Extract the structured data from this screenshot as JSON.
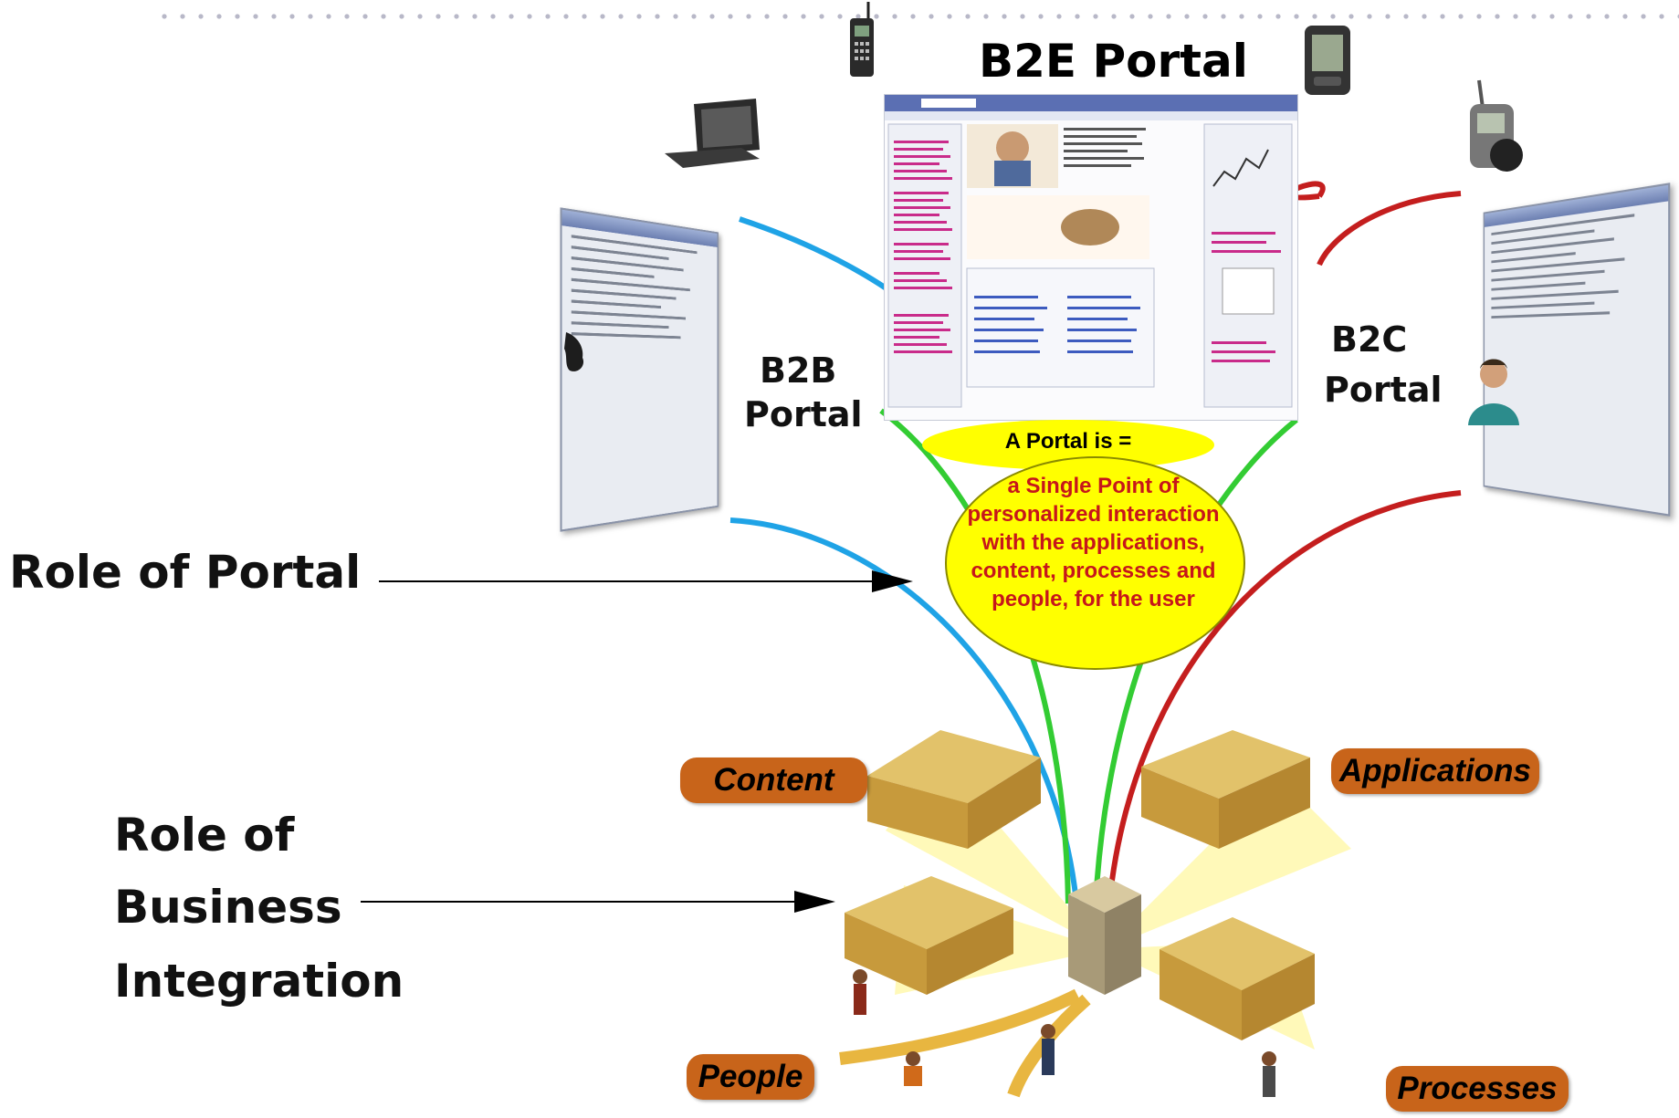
{
  "titles": {
    "b2e": "B2E Portal",
    "b2b_line1": "B2B",
    "b2b_line2": "Portal",
    "b2c_line1": "B2C",
    "b2c_line2": "Portal"
  },
  "roles": {
    "portal": "Role of Portal",
    "bi_line1": "Role of",
    "bi_line2": "Business",
    "bi_line3": "Integration"
  },
  "definition": {
    "heading": "A Portal is =",
    "lines": [
      "a Single Point of",
      "personalized  interaction",
      "with the applications,",
      "content, processes and",
      "people, for the user"
    ]
  },
  "tags": {
    "content": "Content",
    "applications": "Applications",
    "people": "People",
    "processes": "Processes"
  },
  "colors": {
    "b2b_line": "#1fa3e6",
    "b2c_line": "#c41e1e",
    "b2e_line": "#33cc33",
    "bubble_fill": "#ffff00",
    "tag_fill": "#c8641a",
    "definition_text": "#c6161b"
  },
  "icons": [
    "mobile-phone-icon",
    "pda-icon",
    "laptop-icon",
    "handheld-device-icon",
    "map-icon",
    "person-icon"
  ]
}
